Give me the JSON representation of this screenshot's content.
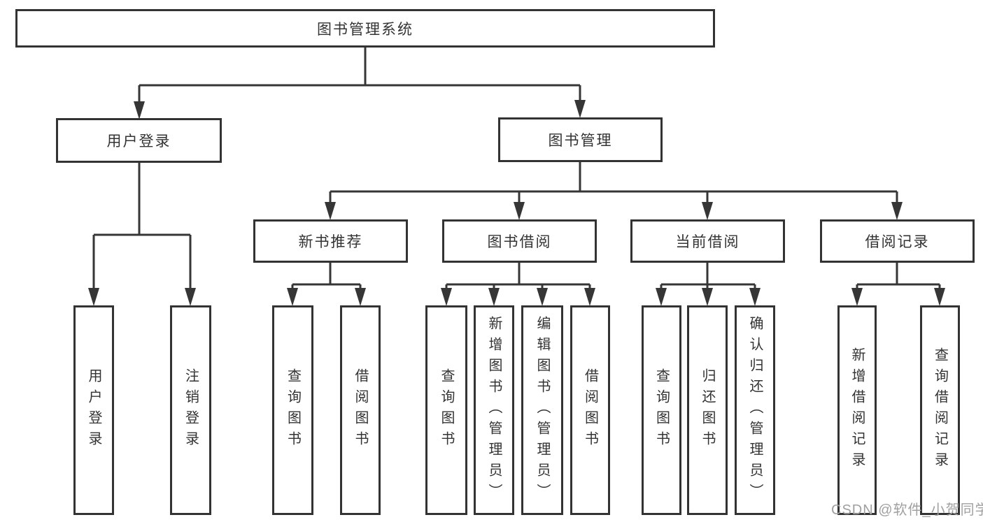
{
  "diagram_type": "hierarchy-tree",
  "tree": {
    "root": {
      "label": "图书管理系统"
    },
    "user_login": {
      "label": "用户登录",
      "children": [
        {
          "label": "用户登录"
        },
        {
          "label": "注销登录"
        }
      ]
    },
    "book_mgmt": {
      "label": "图书管理",
      "children": [
        {
          "label": "新书推荐",
          "children": [
            {
              "label": "查询图书"
            },
            {
              "label": "借阅图书"
            }
          ]
        },
        {
          "label": "图书借阅",
          "children": [
            {
              "label": "查询图书"
            },
            {
              "label": "新增图书（管理员）"
            },
            {
              "label": "编辑图书（管理员）"
            },
            {
              "label": "借阅图书"
            }
          ]
        },
        {
          "label": "当前借阅",
          "children": [
            {
              "label": "查询图书"
            },
            {
              "label": "归还图书"
            },
            {
              "label": "确认归还（管理员）"
            }
          ]
        },
        {
          "label": "借阅记录",
          "children": [
            {
              "label": "新增借阅记录"
            },
            {
              "label": "查询借阅记录"
            }
          ]
        }
      ]
    }
  },
  "watermark": {
    "text": "CSDN @软件_小贺同学"
  },
  "colors": {
    "line": "#363636",
    "border": "#333333",
    "text": "#333333",
    "watermark": "#a0a0a0",
    "background": "#ffffff"
  }
}
